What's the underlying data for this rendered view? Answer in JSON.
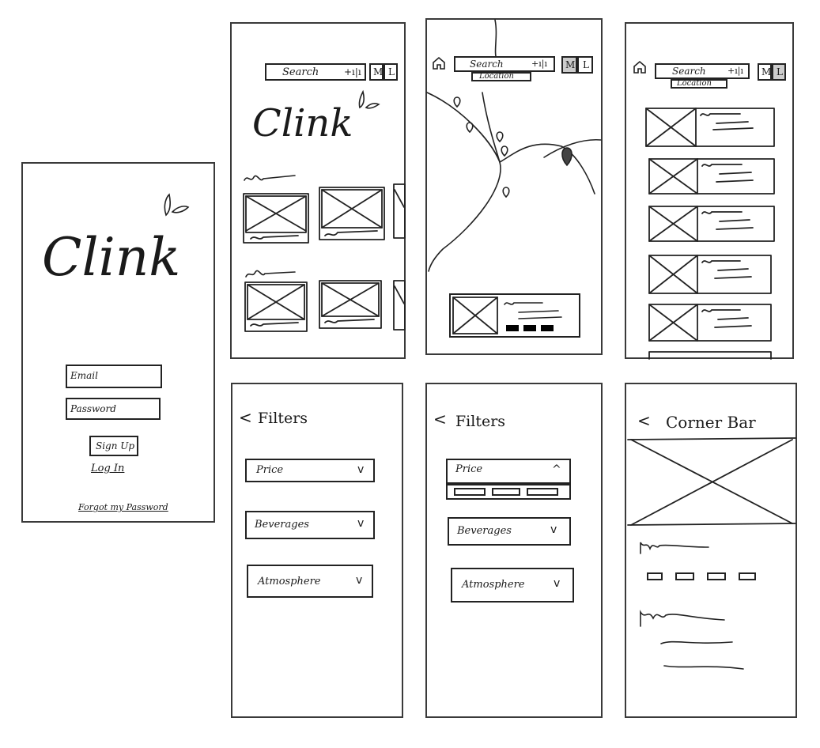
{
  "login": {
    "logo": "Clink",
    "email_label": "Email",
    "password_label": "Password",
    "signup_label": "Sign Up",
    "login_label": "Log In",
    "forgot_label": "Forgot my Password"
  },
  "home": {
    "search_label": "Search",
    "filter_icon": "+ı|ı",
    "map_toggle": "M",
    "list_toggle": "L",
    "logo": "Clink"
  },
  "map_view": {
    "search_label": "Search",
    "location_label": "Location",
    "filter_icon": "+ı|ı",
    "map_toggle": "M",
    "list_toggle": "L"
  },
  "list_view": {
    "search_label": "Search",
    "location_label": "Location",
    "filter_icon": "+ı|ı",
    "map_toggle": "M",
    "list_toggle": "L"
  },
  "filters_collapsed": {
    "title": "Filters",
    "back": "<",
    "items": [
      {
        "label": "Price",
        "chevron": "v"
      },
      {
        "label": "Beverages",
        "chevron": "v"
      },
      {
        "label": "Atmosphere",
        "chevron": "v"
      }
    ]
  },
  "filters_expanded": {
    "title": "Filters",
    "back": "<",
    "items": [
      {
        "label": "Price",
        "chevron": "^"
      },
      {
        "label": "Beverages",
        "chevron": "v"
      },
      {
        "label": "Atmosphere",
        "chevron": "v"
      }
    ]
  },
  "detail": {
    "back": "<",
    "title": "Corner Bar"
  }
}
